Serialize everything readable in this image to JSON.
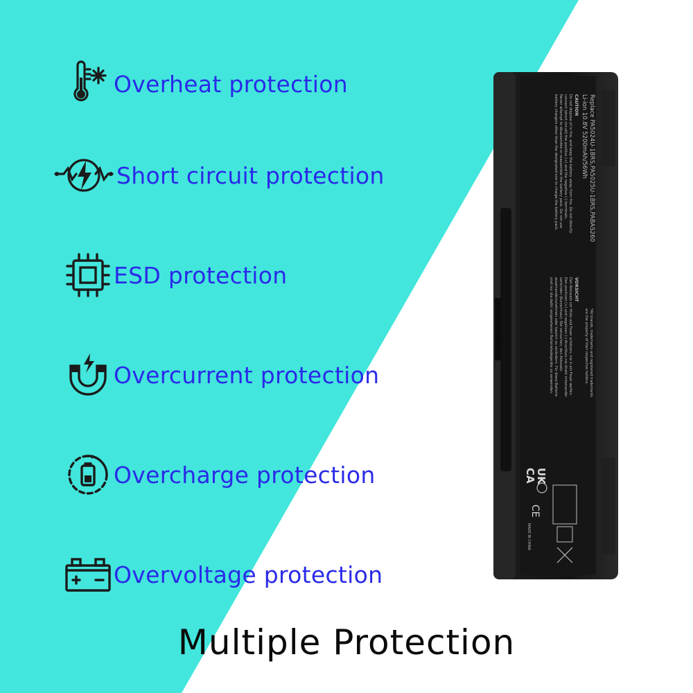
{
  "colors": {
    "background_accent": "#42e6dc",
    "feature_text": "#2a2ae8",
    "icon_stroke": "#1b1b1b",
    "headline_text": "#0a0a0a"
  },
  "features": [
    {
      "icon": "thermometer-snowflake-icon",
      "label": "Overheat protection"
    },
    {
      "icon": "short-circuit-bolt-icon",
      "label": "Short circuit protection"
    },
    {
      "icon": "chip-icon",
      "label": "ESD protection"
    },
    {
      "icon": "magnet-bolt-icon",
      "label": "Overcurrent protection"
    },
    {
      "icon": "charging-battery-icon",
      "label": "Overcharge protection"
    },
    {
      "icon": "car-battery-icon",
      "label": "Overvoltage protection"
    }
  ],
  "headline": "Multiple Protection",
  "battery": {
    "model_line": "Replace PA5024U-1BRS,PA5025U-1BRS,PABAS260",
    "spec_line": "Li-ion 10.8V 5200mAh/56Wh",
    "caution_title": "CAUTION",
    "caution_lines": [
      "Do not dispose of in fire, and keep the battery away from fire. Do not directly",
      "connect (short circuit) the positive (+) and the negative (-) terminals.",
      "Never attempt to disassemble or reassemble the battery pack. Do not use",
      "battery chargers other than the designated one to charge the battery pack."
    ],
    "vorsicht_title": "VORSICHT",
    "vorsicht_lines": [
      "Den Akkusatz vor Hitze und Feuer schützen; nie in ein Feuer werfen.",
      "Den positiven (+) und negativen (-) Anschluss nie direkt miteinander",
      "verbinden (Kurzschluss). Nie versuchen, den Akkusatz",
      "auseinanderzunehmen oder baulich zu verändern. Für diese Batterie",
      "sind nur die dafür vorgesehenen Batterieladegeräte zu verwenden."
    ],
    "trademark_lines": [
      "*All brands, trademarks and registered trademarks",
      "are the property of their respective holders."
    ],
    "uk_mark": "UK",
    "ca_mark": "CA",
    "ce_mark": "CE",
    "made_in": "MADE IN CHINA"
  }
}
